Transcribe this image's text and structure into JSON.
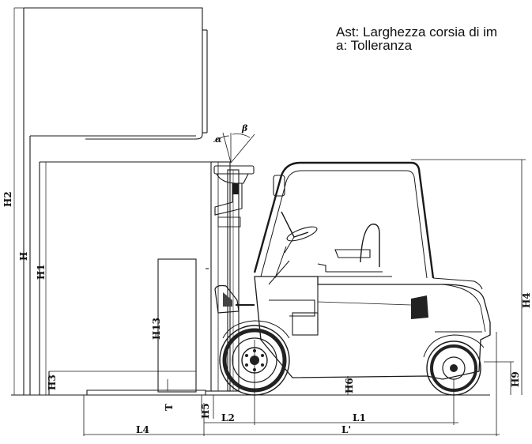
{
  "legend": {
    "line1": "Ast: Larghezza corsia di im",
    "line2": "a: Tolleranza"
  },
  "dimensions": {
    "h2": "H2",
    "h": "H",
    "h1": "H1",
    "h13": "H13",
    "h3": "H3",
    "h4": "H4",
    "h5": "H5",
    "h6": "H6",
    "h9": "H9",
    "t": "T",
    "l1": "L1",
    "l2": "L2",
    "l4": "L4",
    "l_prime": "L'",
    "alpha": "α",
    "beta": "β"
  },
  "colors": {
    "line": "#1a1a1a",
    "tire": "#222222"
  }
}
